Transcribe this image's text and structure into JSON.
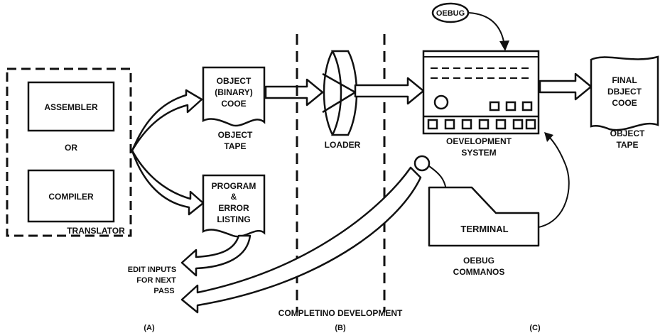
{
  "translator": {
    "assembler": "ASSEMBLER",
    "or": "OR",
    "compiler": "COMPILER",
    "label": "TRANSLATOR"
  },
  "object_code": {
    "line1": "OBJECT",
    "line2": "(BINARY)",
    "line3": "COOE",
    "caption1": "OBJECT",
    "caption2": "TAPE"
  },
  "listing": {
    "line1": "PROGRAM",
    "line2": "&",
    "line3": "ERROR",
    "line4": "LISTING"
  },
  "loader": {
    "label": "LOADER"
  },
  "debug_tag": {
    "label": "OEBUG"
  },
  "dev_system": {
    "line1": "OEVELOPMENT",
    "line2": "SYSTEM"
  },
  "final_code": {
    "line1": "FINAL",
    "line2": "DBJECT",
    "line3": "COOE",
    "caption1": "OBJECT",
    "caption2": "TAPE"
  },
  "terminal": {
    "label": "TERMINAL",
    "caption1": "OEBUG",
    "caption2": "COMMANOS"
  },
  "edit_inputs": {
    "line1": "EDIT INPUTS",
    "line2": "FOR NEXT",
    "line3": "PASS"
  },
  "footer": {
    "section_a": "(A)",
    "section_b": "(B)",
    "section_c": "(C)",
    "completing": "COMPLETINO DEVELOPMENT"
  }
}
